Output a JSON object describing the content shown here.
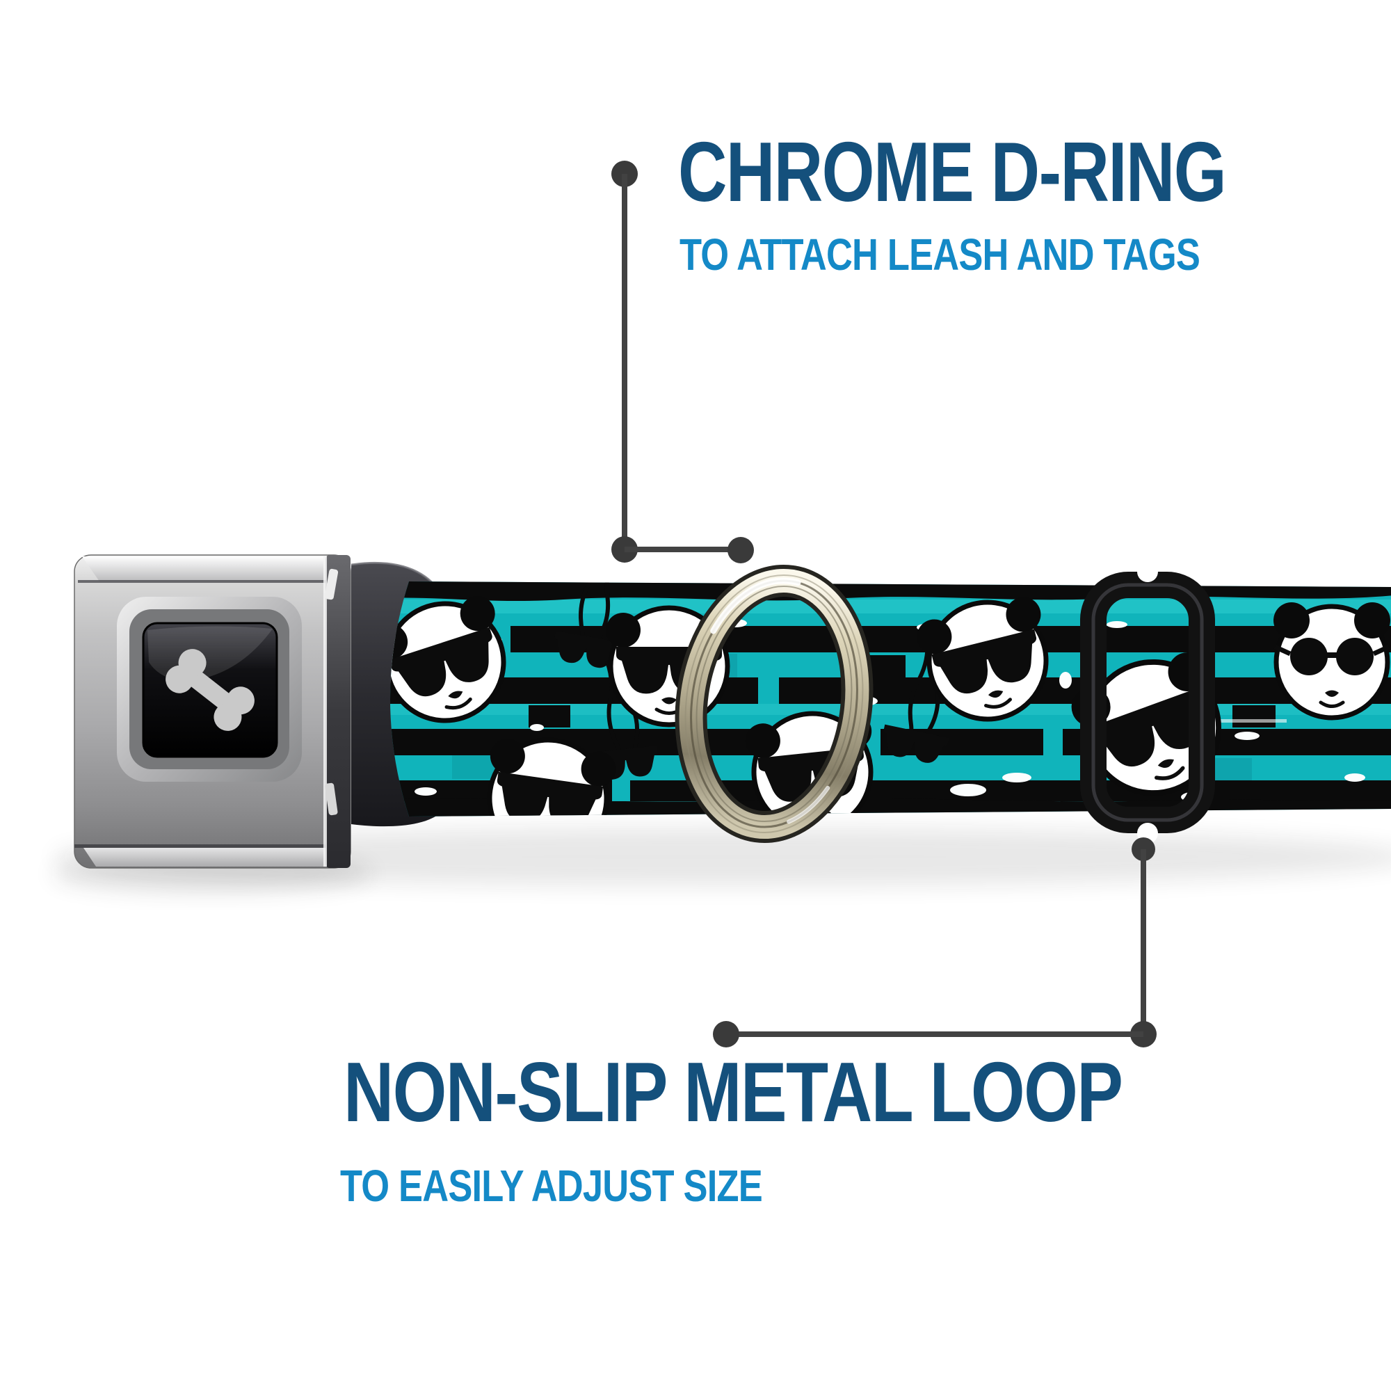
{
  "page": {
    "background": "#ffffff"
  },
  "colors": {
    "title_blue": "#14507c",
    "subtitle_blue": "#1489c7",
    "callout_line": "#424242",
    "callout_dot": "#3a3a3a",
    "strap_teal": "#10b4bb",
    "strap_teal_light": "#36d2d4",
    "stripe_black": "#0b0b0b",
    "buckle_silver": "#b8b8b8",
    "ring_chrome": "#cfc6a6",
    "adjuster_black": "#121212",
    "panda_white": "#ffffff",
    "bone_gray": "#c9c9c9"
  },
  "callouts": {
    "d_ring": {
      "title": "CHROME D-RING",
      "subtitle": "TO ATTACH LEASH AND TAGS"
    },
    "metal_loop": {
      "title": "NON-SLIP METAL LOOP",
      "subtitle": "TO EASILY ADJUST SIZE"
    }
  },
  "product": {
    "buckle_emblem": "dog bone",
    "webbing_pattern": "pandas wearing sunglasses on teal and black stripes",
    "hardware": [
      "seatbelt buckle",
      "chrome d-ring",
      "black metal tri-glide loop"
    ]
  }
}
